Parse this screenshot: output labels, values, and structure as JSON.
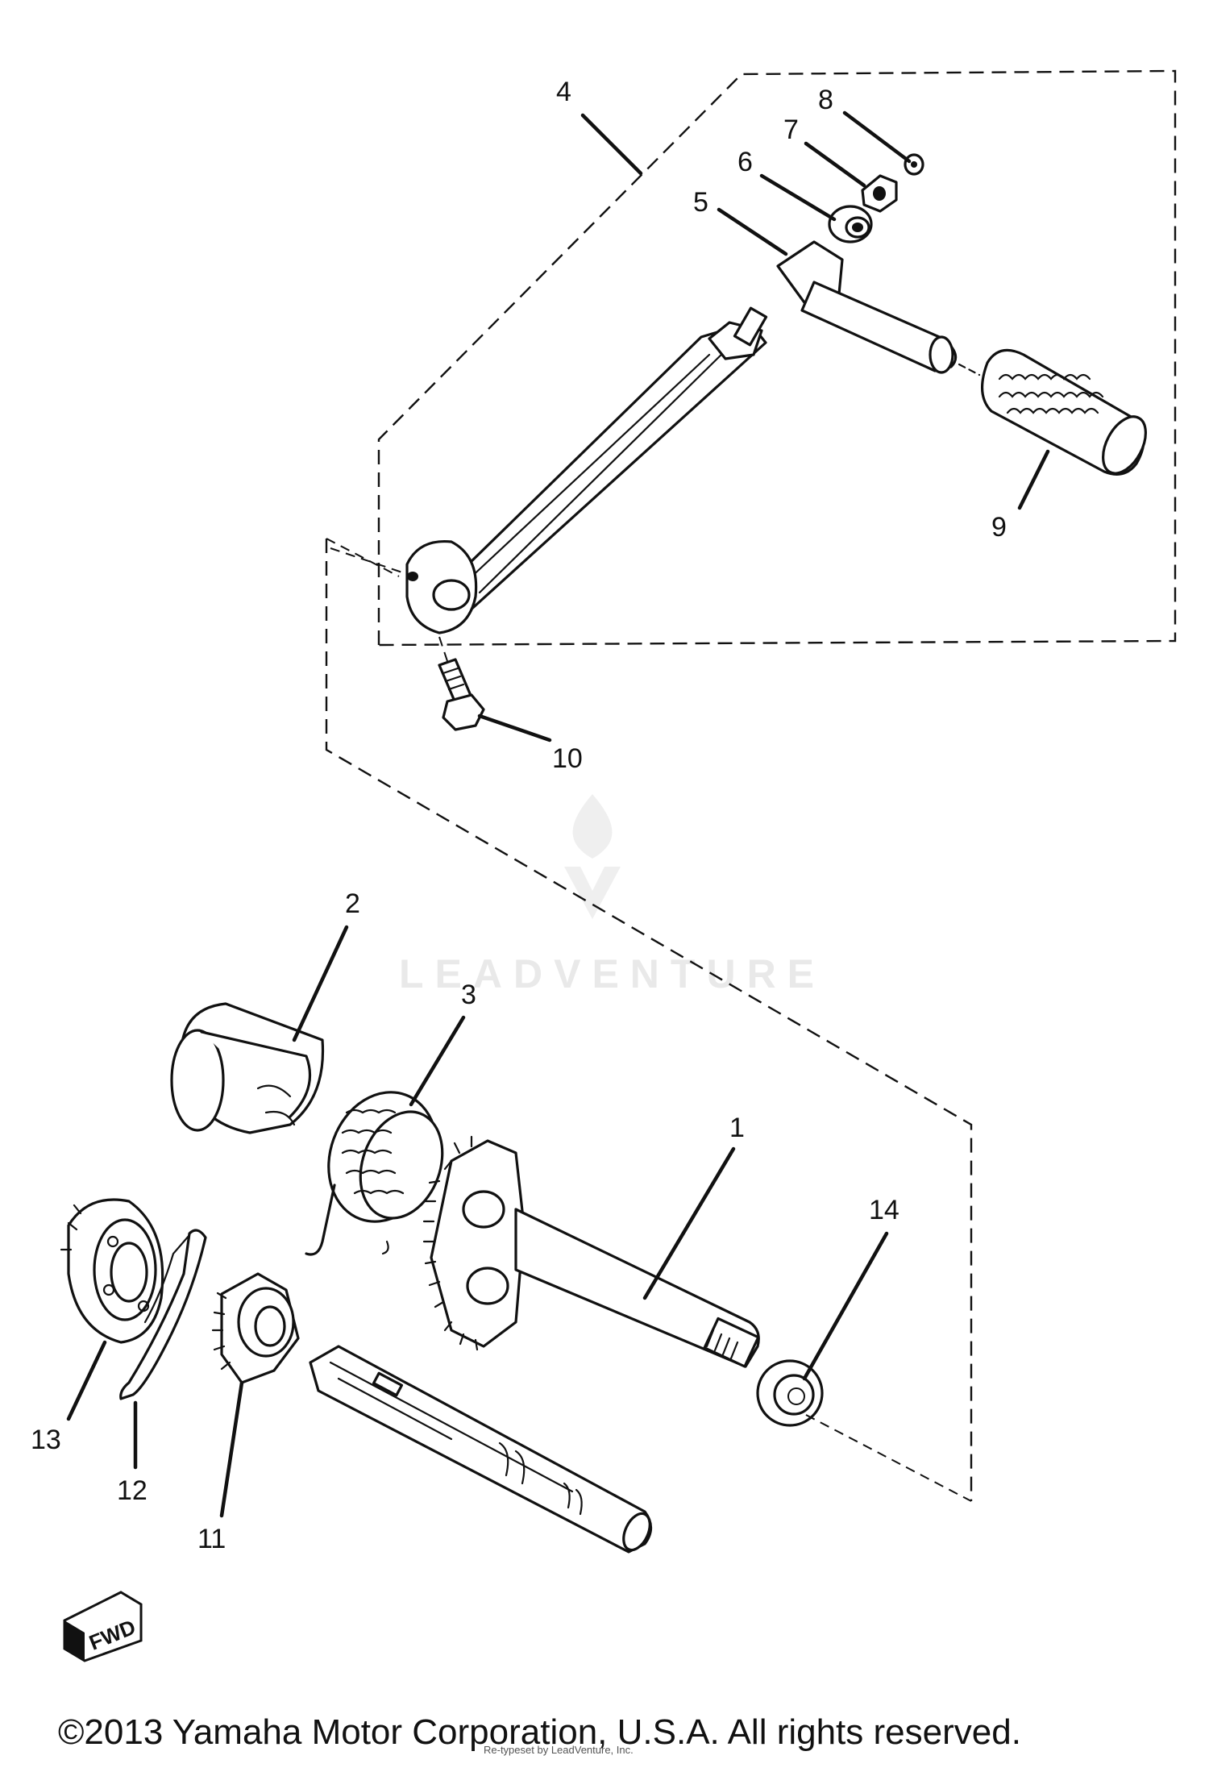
{
  "diagram": {
    "callouts": {
      "c1": "1",
      "c2": "2",
      "c3": "3",
      "c4": "4",
      "c5": "5",
      "c6": "6",
      "c7": "7",
      "c8": "8",
      "c9": "9",
      "c10": "10",
      "c11": "11",
      "c12": "12",
      "c13": "13",
      "c14": "14"
    },
    "fwd_label": "FWD",
    "watermark": "LEADVENTURE",
    "copyright": "©2013 Yamaha Motor Corporation, U.S.A. All rights reserved.",
    "fine_print": "Re-typeset by LeadVenture, Inc."
  }
}
